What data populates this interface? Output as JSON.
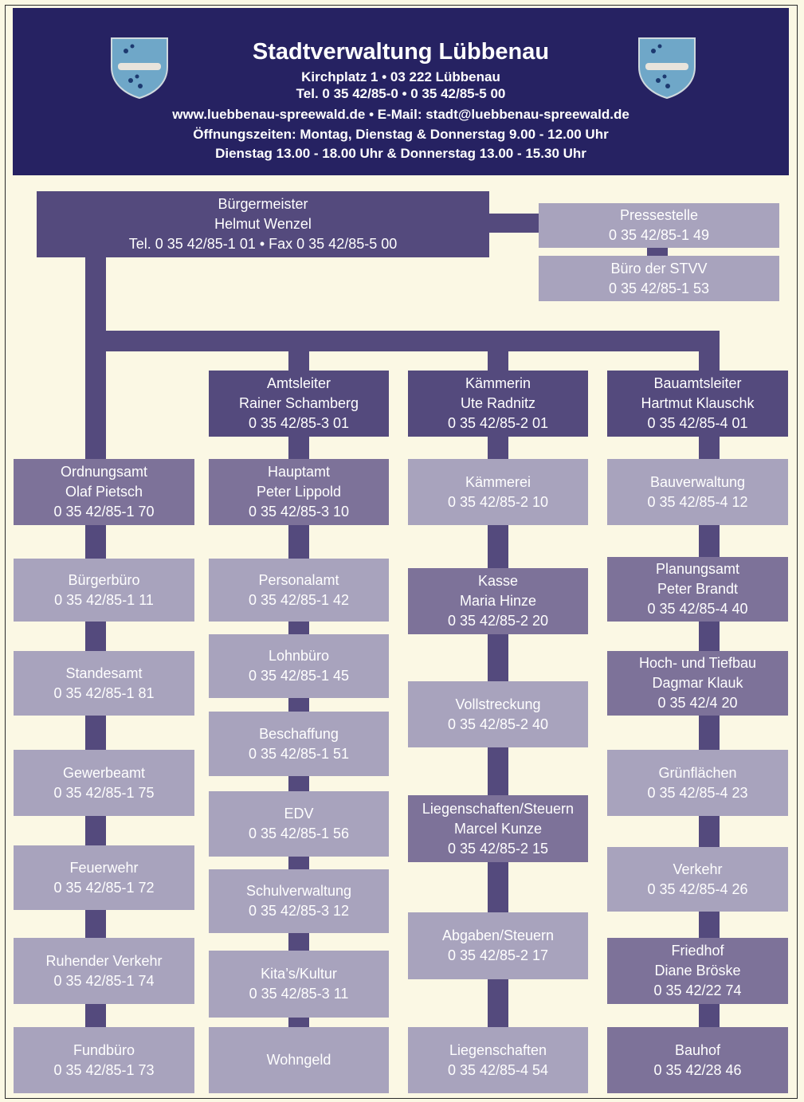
{
  "header": {
    "title": "Stadtverwaltung Lübbenau",
    "line1": "Kirchplatz 1 • 03 222 Lübbenau",
    "line2": "Tel. 0 35 42/85-0 • 0 35 42/85-5 00",
    "line3": "www.luebbenau-spreewald.de • E-Mail: stadt@luebbenau-spreewald.de",
    "line4": "Öffnungszeiten: Montag, Dienstag & Donnerstag 9.00 - 12.00 Uhr",
    "line5": "Dienstag 13.00 - 18.00 Uhr & Donnerstag 13.00 - 15.30 Uhr"
  },
  "colors": {
    "header_bg": "#262262",
    "dark": "#544a7d",
    "mid": "#7d7299",
    "light": "#a8a3bd",
    "page_bg": "#fbf8e4"
  },
  "mayor": {
    "l1": "Bürgermeister",
    "l2": "Helmut Wenzel",
    "l3": "Tel. 0 35 42/85-1 01 • Fax 0 35 42/85-5 00"
  },
  "staff": {
    "presse": {
      "l1": "Pressestelle",
      "l2": "0 35 42/85-1 49"
    },
    "stvv": {
      "l1": "Büro der STVV",
      "l2": "0 35 42/85-1 53"
    }
  },
  "col1": [
    {
      "l1": "Ordnungsamt",
      "l2": "Olaf Pietsch",
      "l3": "0 35 42/85-1 70"
    },
    {
      "l1": "Bürgerbüro",
      "l2": "0 35 42/85-1 11"
    },
    {
      "l1": "Standesamt",
      "l2": "0 35 42/85-1 81"
    },
    {
      "l1": "Gewerbeamt",
      "l2": "0 35 42/85-1 75"
    },
    {
      "l1": "Feuerwehr",
      "l2": "0 35 42/85-1 72"
    },
    {
      "l1": "Ruhender Verkehr",
      "l2": "0 35 42/85-1 74"
    },
    {
      "l1": "Fundbüro",
      "l2": "0 35 42/85-1 73"
    }
  ],
  "col2": [
    {
      "l1": "Amtsleiter",
      "l2": "Rainer Schamberg",
      "l3": "0 35 42/85-3 01"
    },
    {
      "l1": "Hauptamt",
      "l2": "Peter Lippold",
      "l3": "0 35 42/85-3 10"
    },
    {
      "l1": "Personalamt",
      "l2": "0 35 42/85-1 42"
    },
    {
      "l1": "Lohnbüro",
      "l2": "0 35 42/85-1 45"
    },
    {
      "l1": "Beschaffung",
      "l2": "0 35 42/85-1 51"
    },
    {
      "l1": "EDV",
      "l2": "0 35 42/85-1 56"
    },
    {
      "l1": "Schulverwaltung",
      "l2": "0 35 42/85-3 12"
    },
    {
      "l1": "Kita’s/Kultur",
      "l2": "0 35 42/85-3 11"
    },
    {
      "l1": "Wohngeld"
    }
  ],
  "col3": [
    {
      "l1": "Kämmerin",
      "l2": "Ute Radnitz",
      "l3": "0 35 42/85-2 01"
    },
    {
      "l1": "Kämmerei",
      "l2": "0 35 42/85-2 10"
    },
    {
      "l1": "Kasse",
      "l2": "Maria Hinze",
      "l3": "0 35 42/85-2 20"
    },
    {
      "l1": "Vollstreckung",
      "l2": "0 35 42/85-2 40"
    },
    {
      "l1": "Liegenschaften/Steuern",
      "l2": "Marcel Kunze",
      "l3": "0 35 42/85-2 15"
    },
    {
      "l1": "Abgaben/Steuern",
      "l2": "0 35 42/85-2 17"
    },
    {
      "l1": "Liegenschaften",
      "l2": "0 35 42/85-4 54"
    }
  ],
  "col4": [
    {
      "l1": "Bauamtsleiter",
      "l2": "Hartmut Klauschk",
      "l3": "0 35 42/85-4 01"
    },
    {
      "l1": "Bauverwaltung",
      "l2": "0 35 42/85-4 12"
    },
    {
      "l1": "Planungsamt",
      "l2": "Peter Brandt",
      "l3": "0 35 42/85-4 40"
    },
    {
      "l1": "Hoch- und Tiefbau",
      "l2": "Dagmar Klauk",
      "l3": "0 35 42/4 20"
    },
    {
      "l1": "Grünflächen",
      "l2": "0 35 42/85-4 23"
    },
    {
      "l1": "Verkehr",
      "l2": "0 35 42/85-4 26"
    },
    {
      "l1": "Friedhof",
      "l2": "Diane Bröske",
      "l3": "0 35 42/22 74"
    },
    {
      "l1": "Bauhof",
      "l2": "0 35 42/28 46"
    }
  ]
}
